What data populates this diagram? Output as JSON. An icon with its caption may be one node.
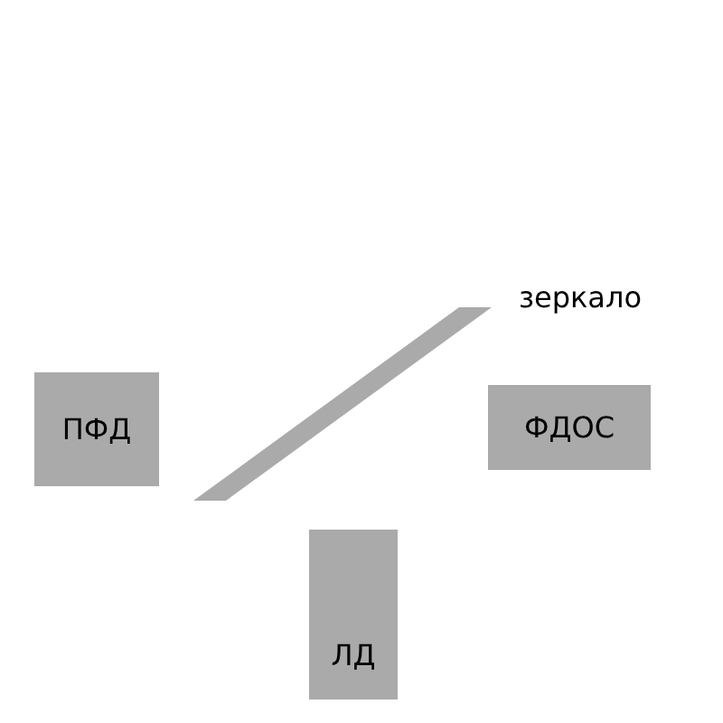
{
  "diagram": {
    "nodes": [
      {
        "text": [
          "ПФД"
        ]
      },
      {
        "text": [],
        "shape": "bar",
        "beside": [
          "зеркало"
        ]
      },
      {
        "text": [
          "ФДОС"
        ]
      },
      {
        "text": [
          "ЛД"
        ]
      }
    ]
  }
}
